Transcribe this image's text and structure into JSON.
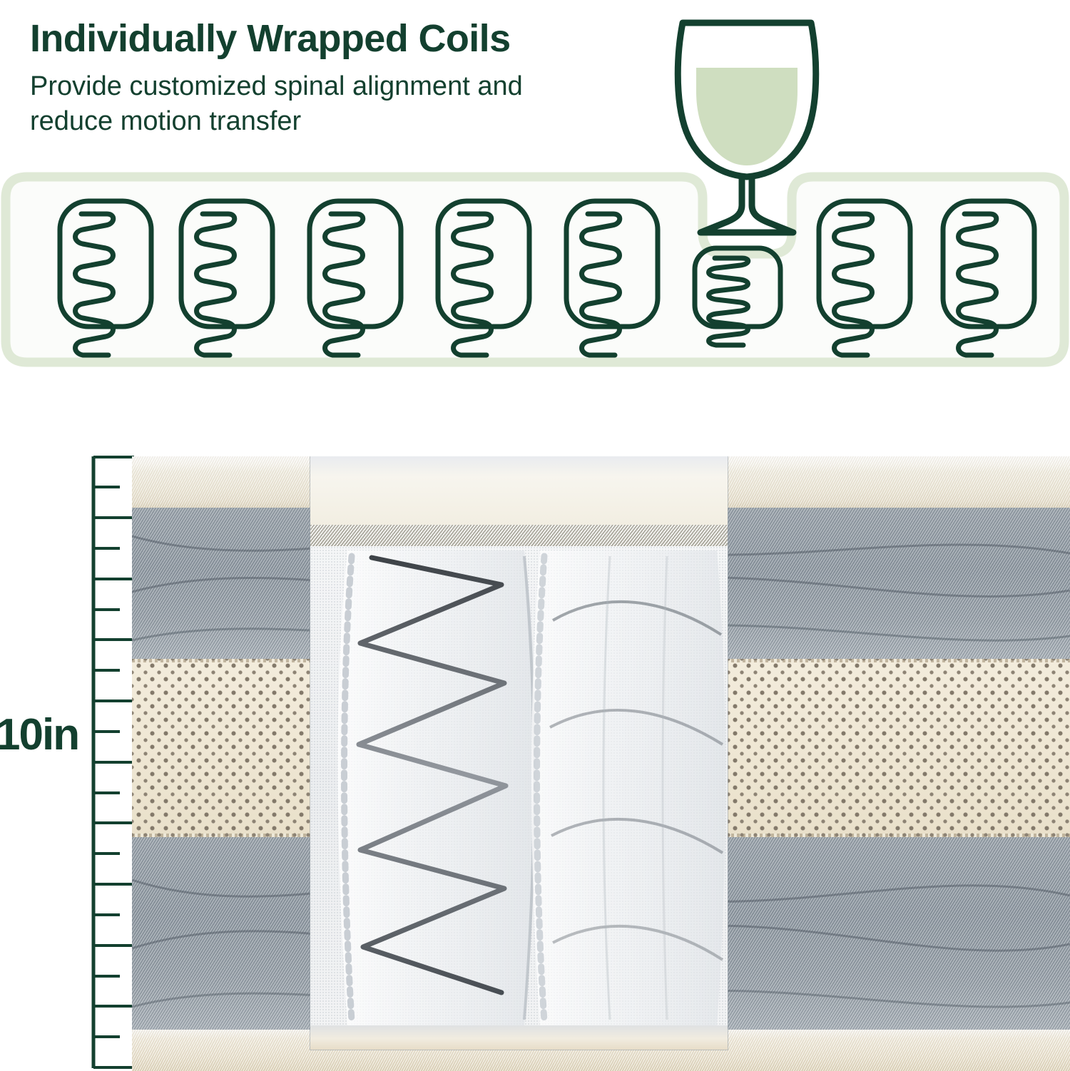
{
  "header": {
    "title": "Individually Wrapped Coils",
    "subtitle": "Provide customized spinal alignment and reduce motion transfer"
  },
  "colors": {
    "dark_green": "#13402F",
    "light_green_band": "#DFE9D6",
    "glass_fill": "#CFDEC0",
    "mattress_grey": "#939CA4",
    "mattress_cream": "#EFE9DA",
    "mattress_beige": "#EFE7D4"
  },
  "coil_diagram": {
    "band_label": "coil-row-band",
    "glass_icon": "wine-glass-icon",
    "coil_count": 8,
    "compressed_coil_index": 6,
    "coils": [
      {
        "index": 1,
        "state": "expanded",
        "icon": "coil-spring-icon"
      },
      {
        "index": 2,
        "state": "expanded",
        "icon": "coil-spring-icon"
      },
      {
        "index": 3,
        "state": "expanded",
        "icon": "coil-spring-icon"
      },
      {
        "index": 4,
        "state": "expanded",
        "icon": "coil-spring-icon"
      },
      {
        "index": 5,
        "state": "expanded",
        "icon": "coil-spring-icon"
      },
      {
        "index": 6,
        "state": "compressed",
        "icon": "coil-spring-compressed-icon"
      },
      {
        "index": 7,
        "state": "expanded",
        "icon": "coil-spring-icon"
      },
      {
        "index": 8,
        "state": "expanded",
        "icon": "coil-spring-icon"
      }
    ]
  },
  "mattress": {
    "depth_label": "10in",
    "ruler": {
      "major_ticks": 11,
      "minor_ticks": 10,
      "unit": "in",
      "total_inches": 10
    },
    "layers": [
      {
        "name": "top-cover",
        "material": "cream knit cover"
      },
      {
        "name": "quilted-comfort-layer",
        "material": "grey quilted fabric"
      },
      {
        "name": "perforated-foam-layer",
        "material": "beige perforated foam"
      },
      {
        "name": "pocket-coil-layer",
        "material": "individually wrapped coils"
      },
      {
        "name": "quilted-comfort-layer-lower",
        "material": "grey quilted fabric"
      },
      {
        "name": "base-layer",
        "material": "cream base fabric"
      }
    ],
    "magnified_panel": {
      "name": "pocket-coil-closeup",
      "coils_visible": 2
    }
  }
}
